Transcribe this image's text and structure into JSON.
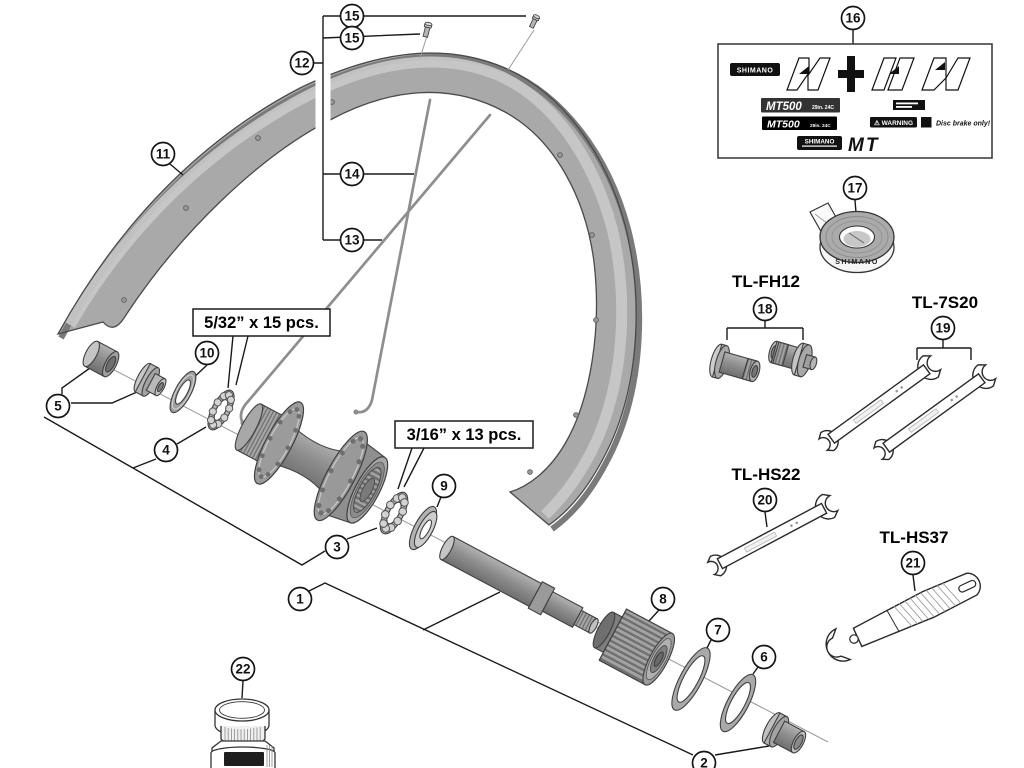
{
  "callouts": {
    "c1": "1",
    "c2": "2",
    "c3": "3",
    "c4": "4",
    "c5": "5",
    "c6": "6",
    "c7": "7",
    "c8": "8",
    "c9": "9",
    "c10": "10",
    "c11": "11",
    "c12": "12",
    "c13": "13",
    "c14": "14",
    "c15a": "15",
    "c15b": "15",
    "c16": "16",
    "c17": "17",
    "c18": "18",
    "c19": "19",
    "c20": "20",
    "c21": "21",
    "c22": "22"
  },
  "labels": {
    "spoke_small_qty": "5/32” x 15 pcs.",
    "spoke_large_qty": "3/16” x 13 pcs."
  },
  "tools": {
    "t18": "TL-FH12",
    "t19": "TL-7S20",
    "t20": "TL-HS22",
    "t21": "TL-HS37"
  },
  "decals": {
    "brand": "SHIMANO",
    "model": "MT500",
    "size": "29in. 24C",
    "warning": "⚠ WARNING",
    "disc_note": "Disc brake only!",
    "mt": "MT"
  },
  "rim_tape": {
    "brand": "SHIMANO"
  },
  "colors": {
    "background": "#ffffff",
    "line_art": "#1a1a1a",
    "metal_mid": "#8f8f8f",
    "metal_light": "#c8c8c8",
    "metal_dark": "#6f6f6f"
  }
}
